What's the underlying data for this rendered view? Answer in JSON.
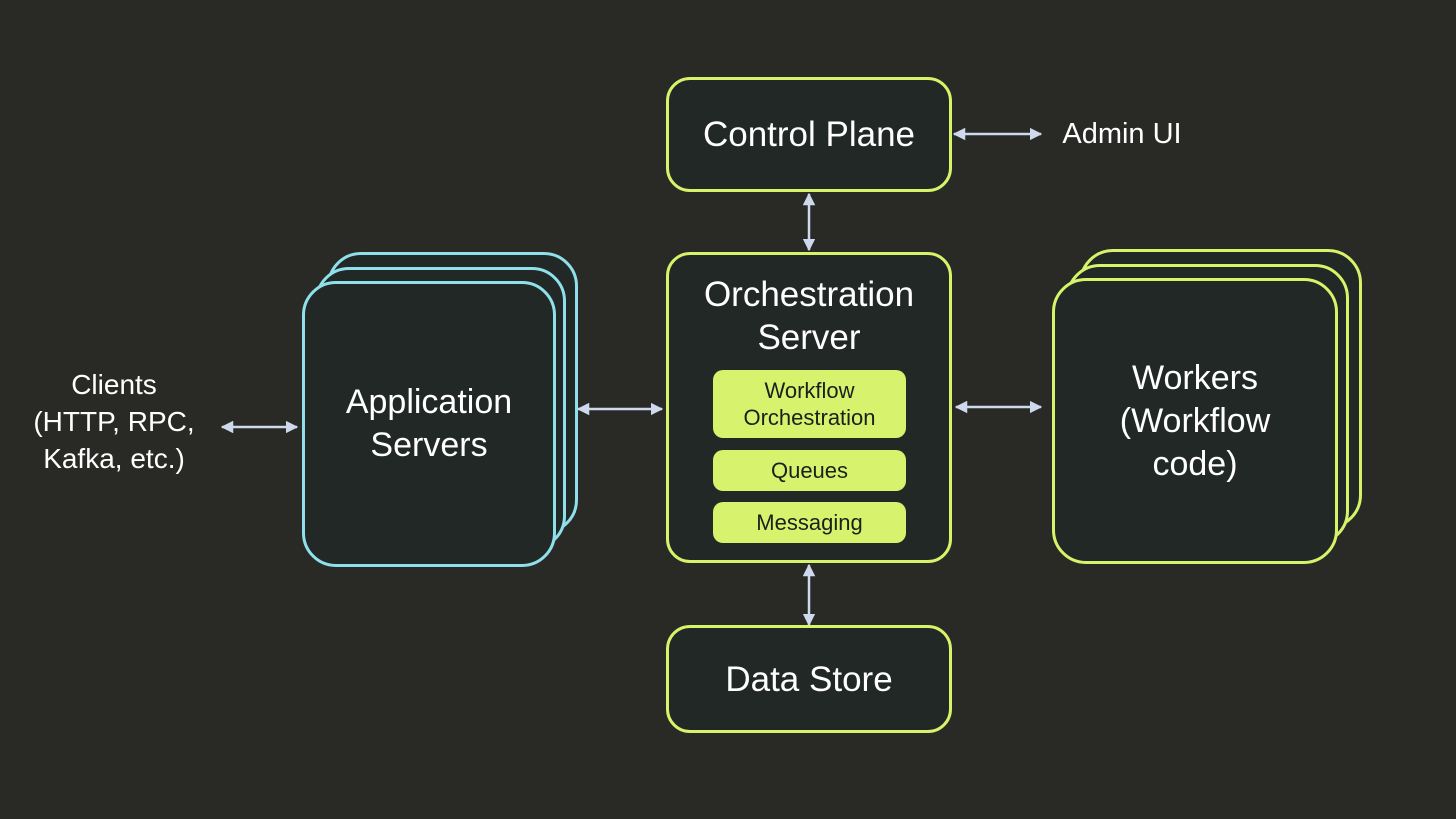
{
  "colors": {
    "background": "#292a26",
    "box_fill": "#212826",
    "lime": "#d7f36d",
    "cyan": "#8fe0ea",
    "arrow": "#cfd9ee"
  },
  "nodes": {
    "control_plane": "Control Plane",
    "admin_ui": "Admin UI",
    "clients": [
      "Clients",
      "(HTTP, RPC,",
      "Kafka, etc.)"
    ],
    "application_servers": [
      "Application",
      "Servers"
    ],
    "orchestration_server": [
      "Orchestration",
      "Server"
    ],
    "orchestration_components": [
      [
        "Workflow",
        "Orchestration"
      ],
      [
        "Queues"
      ],
      [
        "Messaging"
      ]
    ],
    "workers": [
      "Workers",
      "(Workflow",
      "code)"
    ],
    "data_store": "Data Store"
  },
  "edges": [
    {
      "from": "control_plane",
      "to": "admin_ui",
      "direction": "both"
    },
    {
      "from": "control_plane",
      "to": "orchestration_server",
      "direction": "both"
    },
    {
      "from": "clients",
      "to": "application_servers",
      "direction": "both"
    },
    {
      "from": "application_servers",
      "to": "orchestration_server",
      "direction": "both"
    },
    {
      "from": "orchestration_server",
      "to": "workers",
      "direction": "both"
    },
    {
      "from": "orchestration_server",
      "to": "data_store",
      "direction": "both"
    }
  ]
}
